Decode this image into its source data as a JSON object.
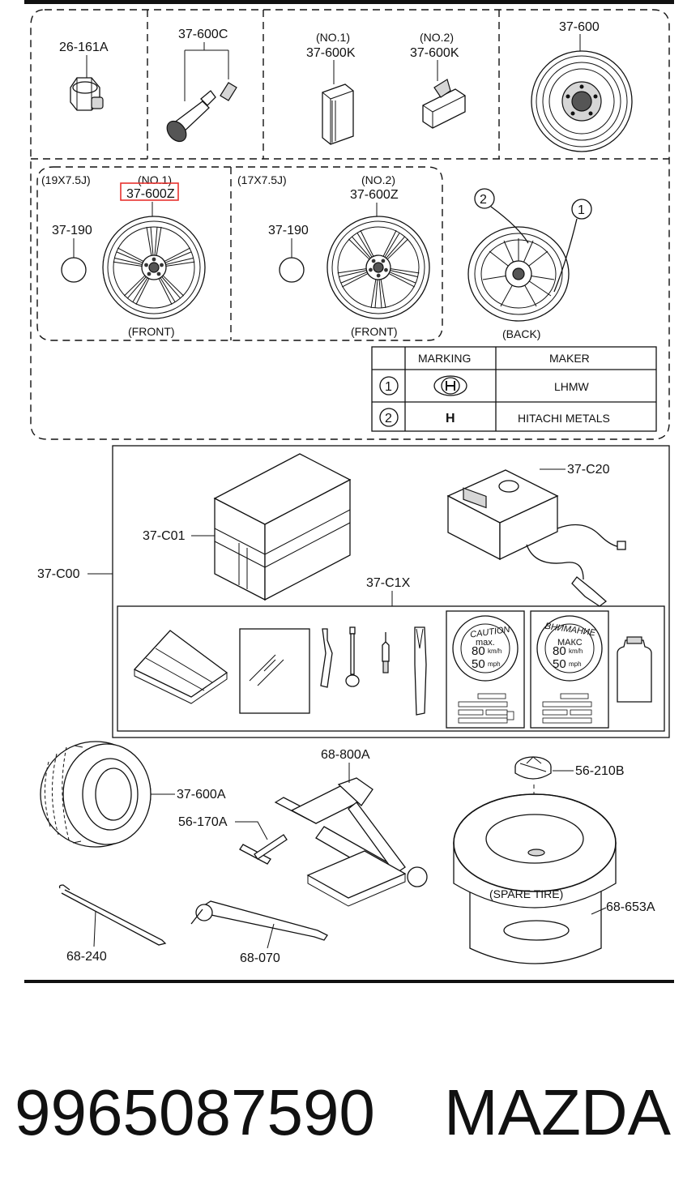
{
  "part_number": "9965087590",
  "brand": "MAZDA",
  "diagram": {
    "top_row": [
      {
        "code": "26-161A",
        "item": "nut-icon"
      },
      {
        "code": "37-600C",
        "item": "valve-icon"
      },
      {
        "code": "37-600K",
        "tag": "(NO.1)",
        "item": "weight-icon"
      },
      {
        "code": "37-600K",
        "tag": "(NO.2)",
        "item": "weight-clip-icon"
      },
      {
        "code": "37-600",
        "item": "wheel-icon"
      }
    ],
    "wheels": [
      {
        "size": "(19X7.5J)",
        "tag": "(NO.1)",
        "code": "37-600Z",
        "cap_code": "37-190",
        "view": "(FRONT)",
        "highlighted": true
      },
      {
        "size": "(17X7.5J)",
        "tag": "(NO.2)",
        "code": "37-600Z",
        "cap_code": "37-190",
        "view": "(FRONT)",
        "highlighted": false
      }
    ],
    "back_view": {
      "view": "(BACK)",
      "callouts": [
        "2",
        "1"
      ]
    },
    "marking_table": {
      "headers": [
        "MARKING",
        "MAKER"
      ],
      "rows": [
        {
          "num": "1",
          "marking_icon": "lhmw-logo-icon",
          "maker": "LHMW"
        },
        {
          "num": "2",
          "marking": "H",
          "maker": "HITACHI METALS"
        }
      ]
    },
    "repair_kit": {
      "code": "37-C00",
      "box_code": "37-C01",
      "compressor_code": "37-C20",
      "set_code": "37-C1X",
      "sticker_1": {
        "line1": "CAUTION",
        "line2": "max.",
        "speed1": "80",
        "unit1": "km/h",
        "speed2": "50",
        "unit2": "mph"
      },
      "sticker_2": {
        "line1": "ВНИМАНИЕ",
        "line2": "МАКС",
        "speed1": "80",
        "unit1": "km/h",
        "speed2": "50",
        "unit2": "mph"
      }
    },
    "tools": [
      {
        "code": "37-600A",
        "item": "tire-icon"
      },
      {
        "code": "68-800A",
        "item": "jack-icon"
      },
      {
        "code": "56-170A",
        "item": "t-handle-icon"
      },
      {
        "code": "56-210B",
        "item": "wing-nut-icon"
      },
      {
        "code": "68-653A",
        "item": "spare-tire-tray-icon"
      },
      {
        "code": "68-240",
        "item": "jack-handle-icon"
      },
      {
        "code": "68-070",
        "item": "lug-wrench-icon"
      }
    ],
    "spare_tire_label": "(SPARE TIRE)"
  },
  "colors": {
    "highlight": "#e8322f",
    "line": "#111111"
  }
}
